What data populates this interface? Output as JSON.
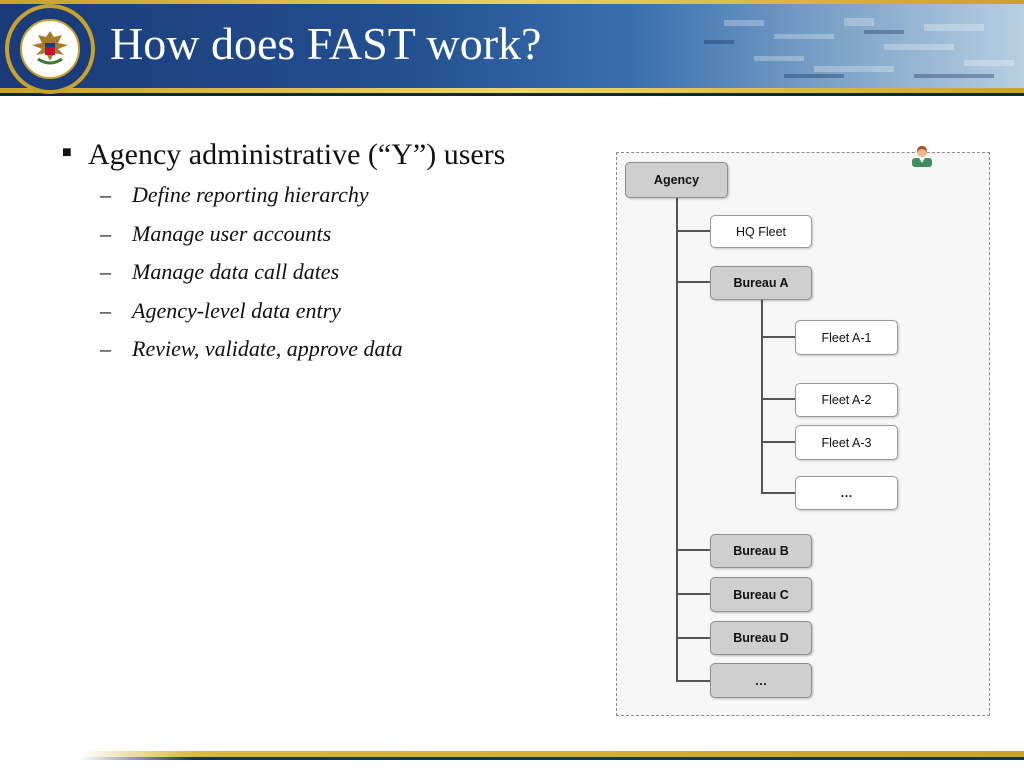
{
  "slide": {
    "title": "How does FAST work?",
    "seal_icon": "department-of-defense-seal"
  },
  "content": {
    "bullet": "Agency administrative (“Y”) users",
    "sub_marker": "–",
    "sub_bullets": [
      "Define reporting hierarchy",
      "Manage user accounts",
      "Manage data call dates",
      "Agency-level data entry",
      "Review, validate, approve data"
    ]
  },
  "hierarchy": {
    "user_icon": "admin-user-icon",
    "root": "Agency",
    "hq_fleet": "HQ Fleet",
    "bureau_a": "Bureau A",
    "fleets": [
      "Fleet A-1",
      "Fleet A-2",
      "Fleet A-3",
      "…"
    ],
    "bureaus": [
      "Bureau B",
      "Bureau C",
      "Bureau D",
      "…"
    ]
  },
  "colors": {
    "header_blue": "#1a3a7a",
    "gold_accent": "#c9a22a",
    "bureau_fill": "#cfcfcf",
    "fleet_fill": "#ffffff"
  }
}
